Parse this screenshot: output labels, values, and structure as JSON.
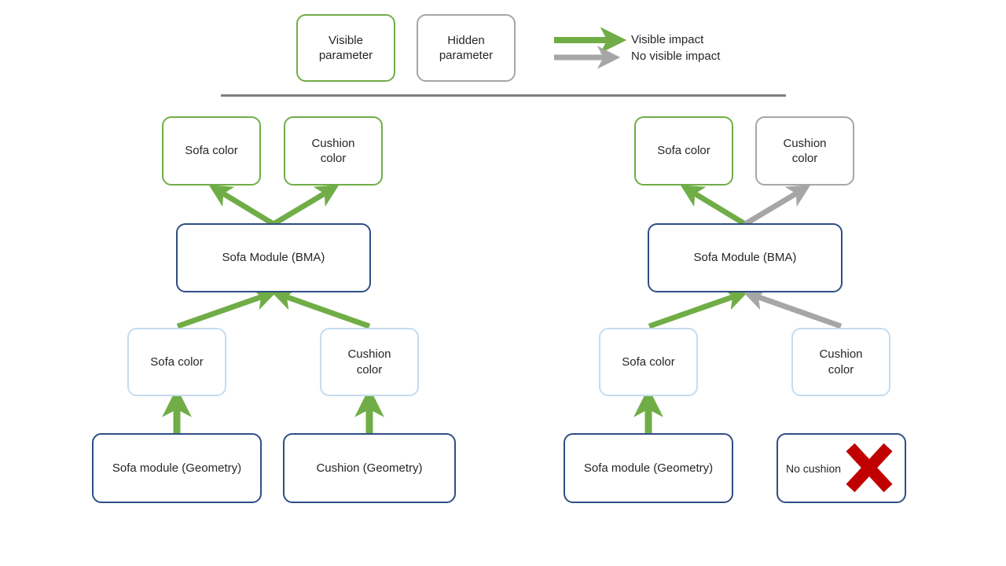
{
  "colors": {
    "visible_param_border": "#70ad47",
    "hidden_param_border": "#a6a6a6",
    "module_border": "#2e4e84",
    "lightblue_border": "#c5dcef",
    "green_arrow": "#70ad47",
    "gray_arrow": "#a6a6a6",
    "divider": "#808080",
    "x_mark": "#c00000",
    "text": "#262626",
    "background": "#ffffff"
  },
  "legend": {
    "visible_parameter_box": "Visible\nparameter",
    "hidden_parameter_box": "Hidden\nparameter",
    "green_arrow_label": "Visible impact",
    "gray_arrow_label": "No visible impact"
  },
  "left_diagram": {
    "top_nodes": [
      {
        "label": "Sofa color",
        "state": "visible"
      },
      {
        "label": "Cushion\ncolor",
        "state": "visible"
      }
    ],
    "module": {
      "label": "Sofa Module (BMA)"
    },
    "mid_nodes": [
      {
        "label": "Sofa color",
        "state": "lightblue"
      },
      {
        "label": "Cushion\ncolor",
        "state": "lightblue"
      }
    ],
    "bottom_nodes": [
      {
        "label": "Sofa module (Geometry)"
      },
      {
        "label": "Cushion (Geometry)"
      }
    ],
    "edges": [
      {
        "from": "module",
        "to": "Sofa color",
        "impact": "visible"
      },
      {
        "from": "module",
        "to": "Cushion color",
        "impact": "visible"
      },
      {
        "from": "Sofa color (mid)",
        "to": "module",
        "impact": "visible"
      },
      {
        "from": "Cushion color (mid)",
        "to": "module",
        "impact": "visible"
      },
      {
        "from": "Sofa module (Geometry)",
        "to": "Sofa color (mid)",
        "impact": "visible"
      },
      {
        "from": "Cushion (Geometry)",
        "to": "Cushion color (mid)",
        "impact": "visible"
      }
    ]
  },
  "right_diagram": {
    "top_nodes": [
      {
        "label": "Sofa color",
        "state": "visible"
      },
      {
        "label": "Cushion\ncolor",
        "state": "hidden"
      }
    ],
    "module": {
      "label": "Sofa Module (BMA)"
    },
    "mid_nodes": [
      {
        "label": "Sofa color",
        "state": "lightblue"
      },
      {
        "label": "Cushion\ncolor",
        "state": "lightblue"
      }
    ],
    "bottom_nodes": [
      {
        "label": "Sofa module (Geometry)"
      },
      {
        "label": "No cushion",
        "marker": "x-mark"
      }
    ],
    "edges": [
      {
        "from": "module",
        "to": "Sofa color",
        "impact": "visible"
      },
      {
        "from": "module",
        "to": "Cushion color",
        "impact": "none"
      },
      {
        "from": "Sofa color (mid)",
        "to": "module",
        "impact": "visible"
      },
      {
        "from": "Cushion color (mid)",
        "to": "module",
        "impact": "none"
      },
      {
        "from": "Sofa module (Geometry)",
        "to": "Sofa color (mid)",
        "impact": "visible"
      }
    ]
  }
}
